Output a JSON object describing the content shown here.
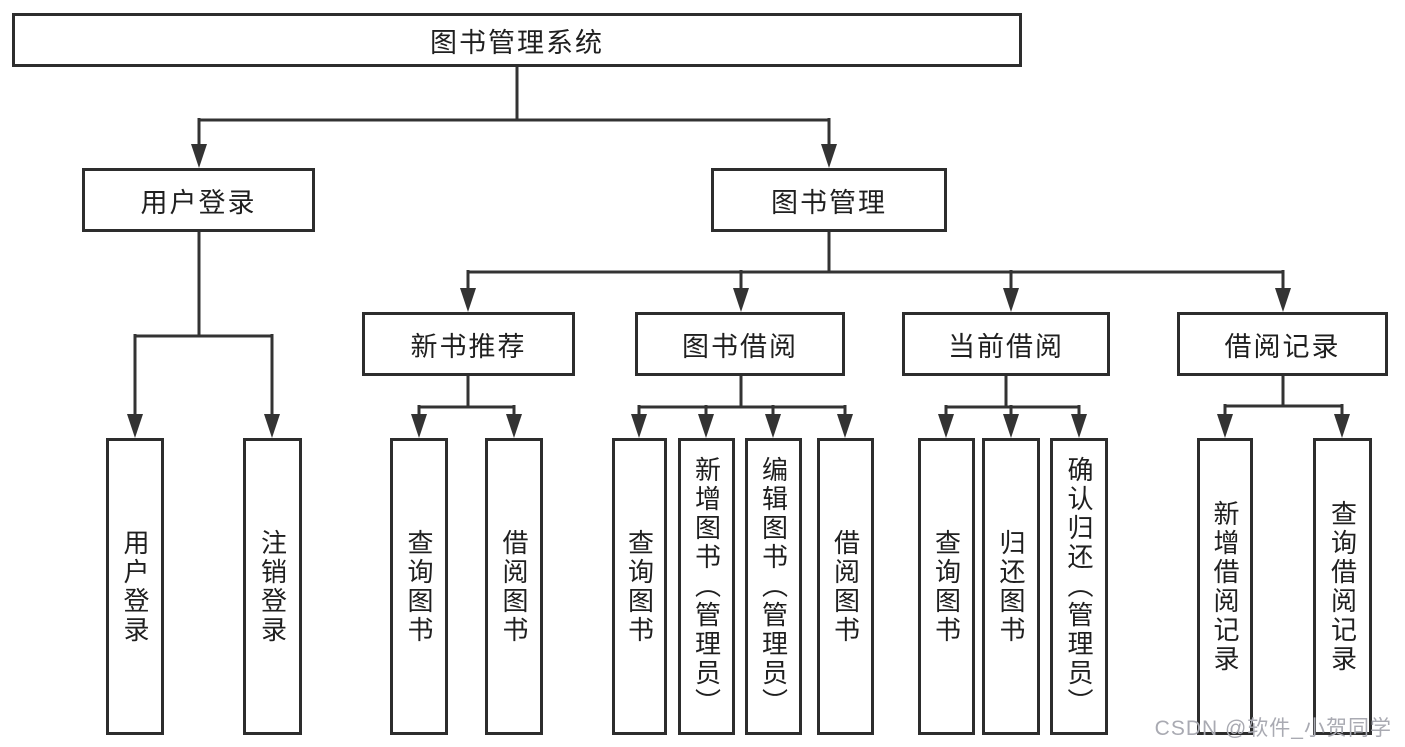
{
  "diagram": {
    "type": "hierarchy-tree",
    "title": "图书管理系统",
    "colors": {
      "background": "#ffffff",
      "line": "#333333",
      "box_border": "#2d2d2d",
      "text": "#1f1f1f",
      "watermark": "#a9aab2"
    },
    "tree": {
      "label": "图书管理系统",
      "children": [
        {
          "label": "用户登录",
          "children": [
            {
              "label": "用户登录"
            },
            {
              "label": "注销登录"
            }
          ]
        },
        {
          "label": "图书管理",
          "children": [
            {
              "label": "新书推荐",
              "children": [
                {
                  "label": "查询图书"
                },
                {
                  "label": "借阅图书"
                }
              ]
            },
            {
              "label": "图书借阅",
              "children": [
                {
                  "label": "查询图书"
                },
                {
                  "label": "新增图书（管理员）"
                },
                {
                  "label": "编辑图书（管理员）"
                },
                {
                  "label": "借阅图书"
                }
              ]
            },
            {
              "label": "当前借阅",
              "children": [
                {
                  "label": "查询图书"
                },
                {
                  "label": "归还图书"
                },
                {
                  "label": "确认归还（管理员）"
                }
              ]
            },
            {
              "label": "借阅记录",
              "children": [
                {
                  "label": "新增借阅记录"
                },
                {
                  "label": "查询借阅记录"
                }
              ]
            }
          ]
        }
      ]
    },
    "watermark": {
      "text": "CSDN @软件_小贺同学"
    }
  }
}
